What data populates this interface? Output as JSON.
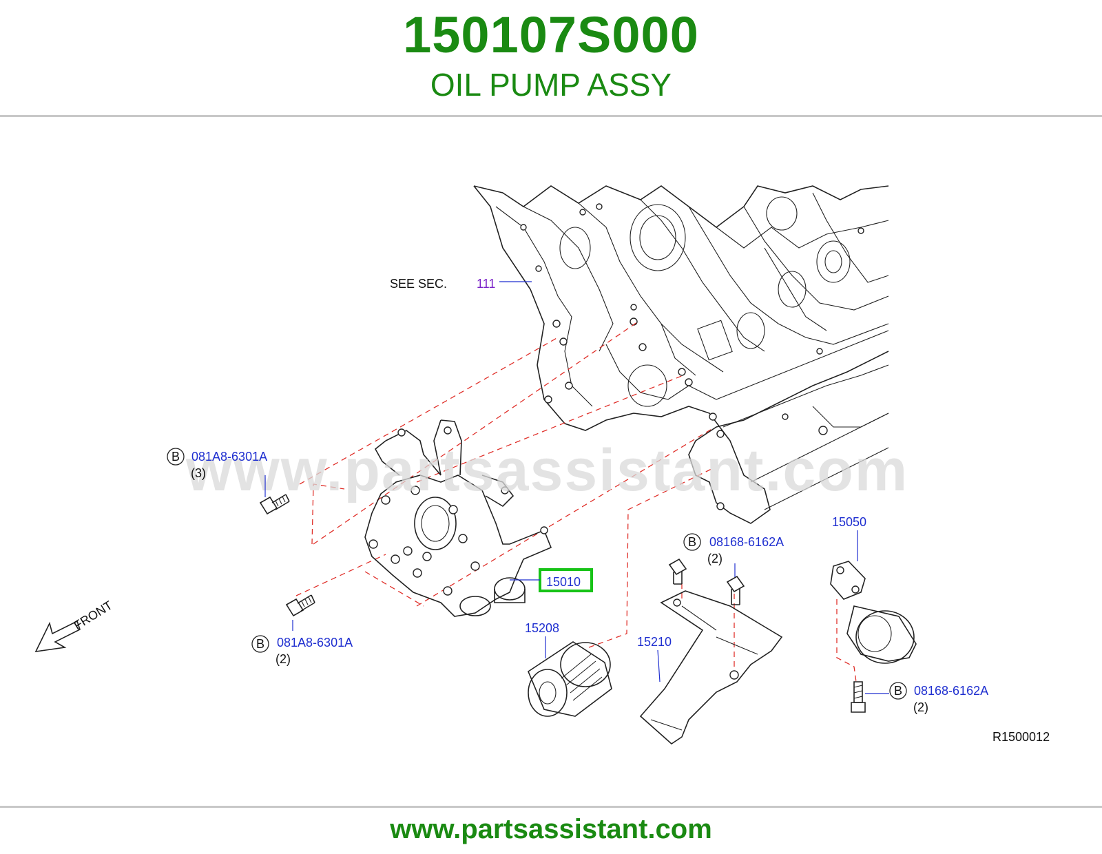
{
  "header": {
    "part_number": "150107S000",
    "part_name": "OIL PUMP ASSY"
  },
  "footer": {
    "url": "www.partsassistant.com"
  },
  "watermark": "www.partsassistant.com",
  "diagram": {
    "see_sec_label": "SEE   SEC.",
    "see_sec_number": "111",
    "front_label": "FRONT",
    "drawing_code": "R1500012",
    "callouts": {
      "bolt_upper": {
        "badge": "B",
        "code": "081A8-6301A",
        "qty": "(3)"
      },
      "bolt_lower": {
        "badge": "B",
        "code": "081A8-6301A",
        "qty": "(2)"
      },
      "pump": {
        "code": "15010",
        "highlight_color": "#17c317"
      },
      "filter": {
        "code": "15208"
      },
      "bracket": {
        "code": "15210"
      },
      "bracket_bolt": {
        "badge": "B",
        "code": "08168-6162A",
        "qty": "(2)"
      },
      "connector": {
        "code": "15050"
      },
      "connector_bolt": {
        "badge": "B",
        "code": "08168-6162A",
        "qty": "(2)"
      }
    }
  },
  "colors": {
    "title_green": "#1a8a12",
    "callout_blue": "#1f2fd0",
    "section_purple": "#7a22c8",
    "dash_red": "#e0302a"
  }
}
